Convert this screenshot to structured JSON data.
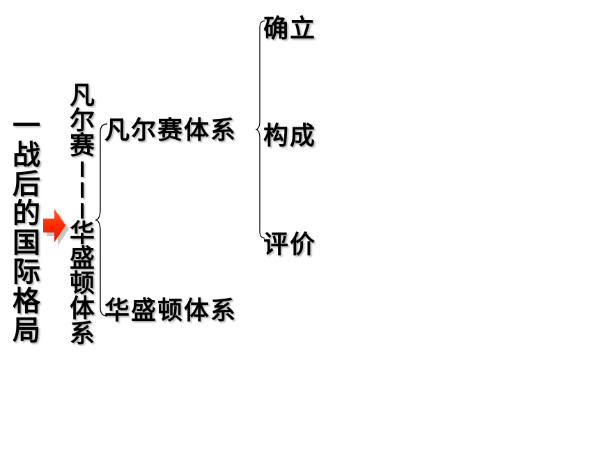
{
  "title": "一战后的国际格局",
  "middle": {
    "top": "凡尔赛",
    "bottom": "华盛顿体系"
  },
  "branches": {
    "versailles": "凡尔赛体系",
    "washington": "华盛顿体系"
  },
  "items": {
    "establish": "确立",
    "compose": "构成",
    "evaluate": "评价"
  },
  "colors": {
    "arrow": "#ff2a00",
    "text": "#000000"
  }
}
